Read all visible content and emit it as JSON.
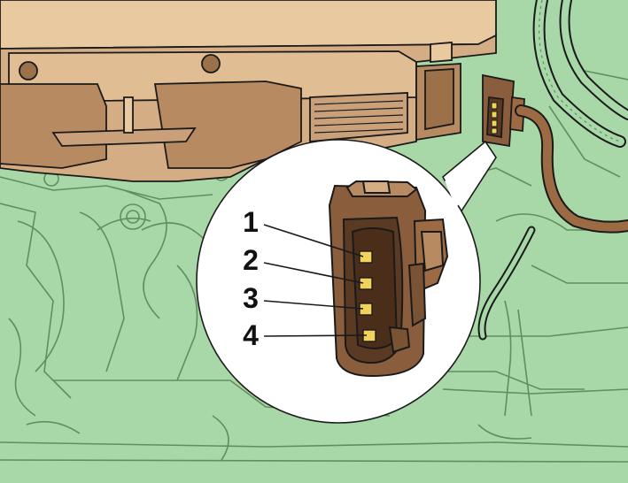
{
  "colors": {
    "background": "#a8d8a8",
    "engine_line": "#5f8f5f",
    "housing_light": "#e8c9a0",
    "housing_mid": "#c9a079",
    "housing_dark": "#9c7048",
    "connector_body": "#8a5e3c",
    "connector_dark": "#5a3a22",
    "terminal": "#f2d25a",
    "cable": "#9c6b44",
    "callout_fill": "#ffffff",
    "outline": "#1a1a1a"
  },
  "callout": {
    "pins": [
      {
        "label": "1"
      },
      {
        "label": "2"
      },
      {
        "label": "3"
      },
      {
        "label": "4"
      }
    ]
  }
}
